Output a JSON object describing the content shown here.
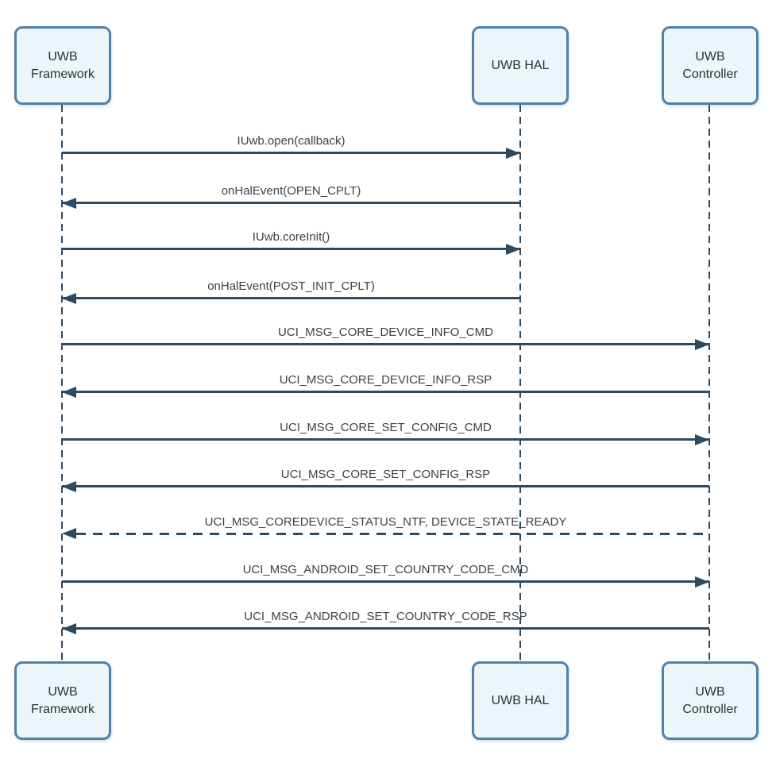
{
  "diagram": {
    "type": "sequence",
    "colors": {
      "arrow_line": "#2d4a63",
      "box_border": "#4e81ad",
      "box_fill": "#ecf5fa",
      "label_text": "#3c4147",
      "background": "#ffffff"
    },
    "participants": [
      {
        "id": "uwb-framework",
        "label": "UWB Framework"
      },
      {
        "id": "uwb-hal",
        "label": "UWB HAL"
      },
      {
        "id": "uwb-controller",
        "label": "UWB Controller"
      }
    ],
    "messages": [
      {
        "label": "IUwb.open(callback)",
        "from": "UWB Framework",
        "to": "UWB HAL",
        "direction": "right",
        "line": "solid"
      },
      {
        "label": "onHalEvent(OPEN_CPLT)",
        "from": "UWB HAL",
        "to": "UWB Framework",
        "direction": "left",
        "line": "solid"
      },
      {
        "label": "IUwb.coreInit()",
        "from": "UWB Framework",
        "to": "UWB HAL",
        "direction": "right",
        "line": "solid"
      },
      {
        "label": "onHalEvent(POST_INIT_CPLT)",
        "from": "UWB HAL",
        "to": "UWB Framework",
        "direction": "left",
        "line": "solid"
      },
      {
        "label": "UCI_MSG_CORE_DEVICE_INFO_CMD",
        "from": "UWB Framework",
        "to": "UWB Controller",
        "direction": "right",
        "line": "solid"
      },
      {
        "label": "UCI_MSG_CORE_DEVICE_INFO_RSP",
        "from": "UWB Controller",
        "to": "UWB Framework",
        "direction": "left",
        "line": "solid"
      },
      {
        "label": "UCI_MSG_CORE_SET_CONFIG_CMD",
        "from": "UWB Framework",
        "to": "UWB Controller",
        "direction": "right",
        "line": "solid"
      },
      {
        "label": "UCI_MSG_CORE_SET_CONFIG_RSP",
        "from": "UWB Controller",
        "to": "UWB Framework",
        "direction": "left",
        "line": "solid"
      },
      {
        "label": "UCI_MSG_COREDEVICE_STATUS_NTF, DEVICE_STATE_READY",
        "from": "UWB Controller",
        "to": "UWB Framework",
        "direction": "left",
        "line": "dashed"
      },
      {
        "label": "UCI_MSG_ANDROID_SET_COUNTRY_CODE_CMD",
        "from": "UWB Framework",
        "to": "UWB Controller",
        "direction": "right",
        "line": "solid"
      },
      {
        "label": "UCI_MSG_ANDROID_SET_COUNTRY_CODE_RSP",
        "from": "UWB Controller",
        "to": "UWB Framework",
        "direction": "left",
        "line": "solid"
      }
    ]
  }
}
